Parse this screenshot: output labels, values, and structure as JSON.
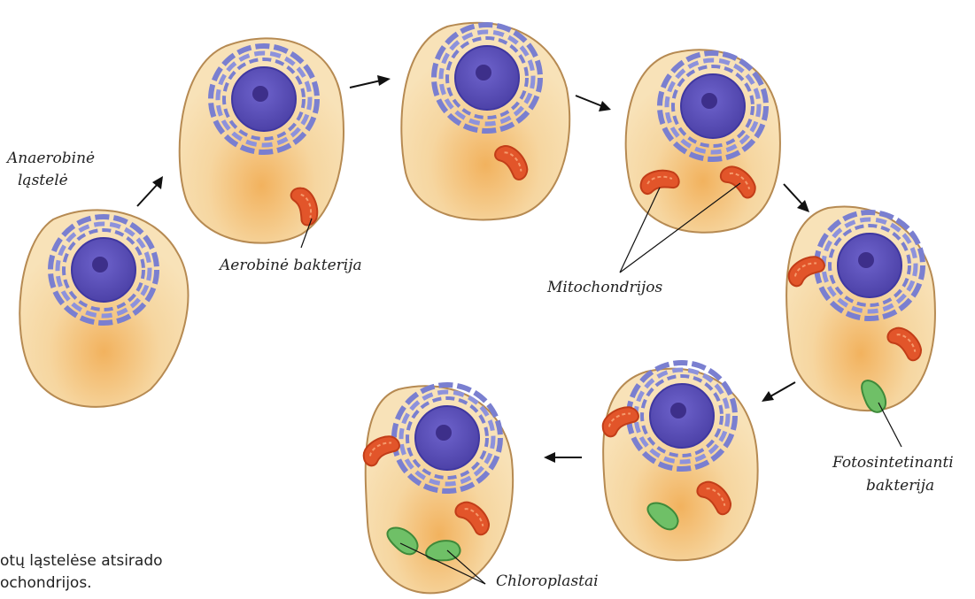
{
  "labels": {
    "anaerobic_cell_line1": "Anaerobinė",
    "anaerobic_cell_line2": "ląstelė",
    "aerobic_bacterium": "Aerobinė bakterija",
    "mitochondria": "Mitochondrijos",
    "photosynthetic_line1": "Fotosintetinanti",
    "photosynthetic_line2": "bakterija",
    "chloroplasts": "Chloroplastai"
  },
  "caption": {
    "line1": "otų ląstelėse atsirado",
    "line2": "ochondrijos."
  },
  "colors": {
    "cell_fill": "#f6dcaa",
    "cell_glow": "#f2b25e",
    "cell_outline": "#b68a52",
    "nucleus": "#5a4fb8",
    "nucleolus": "#3d2f8a",
    "er": "#7a7fd0",
    "mitochondrion": "#e2552a",
    "chloroplast": "#6fc067",
    "arrow": "#111111"
  }
}
